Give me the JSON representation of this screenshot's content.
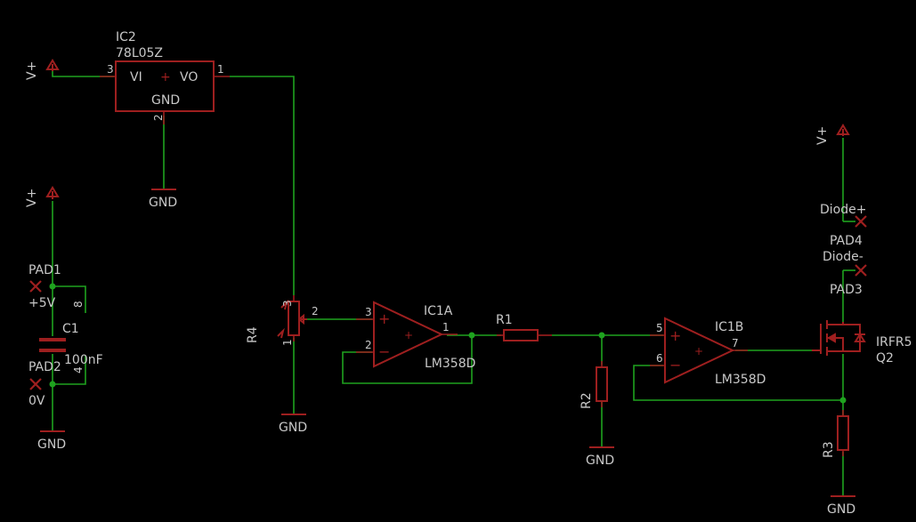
{
  "colors": {
    "background": "#000000",
    "wire": "#1fa31f",
    "component": "#9e1f1f",
    "text": "#c8c8c8"
  },
  "ic2": {
    "name": "IC2",
    "value": "78L05Z",
    "pin_vi": "VI",
    "pin_vo": "VO",
    "pin_gnd": "GND",
    "plus": "+",
    "pin1": "1",
    "pin2": "2",
    "pin3": "3"
  },
  "supplies": {
    "vplus": "V+",
    "gnd": "GND"
  },
  "pad1": {
    "name": "PAD1",
    "value": "+5V"
  },
  "pad2": {
    "name": "PAD2",
    "value": "0V"
  },
  "pad3": {
    "name": "PAD3",
    "value": "Diode-"
  },
  "pad4": {
    "name": "PAD4",
    "value": "Diode+"
  },
  "c1": {
    "name": "C1",
    "value": "100nF",
    "pin8": "8",
    "pin4": "4"
  },
  "r4": {
    "name": "R4",
    "pin1": "1",
    "pin2": "2",
    "pin3": "3"
  },
  "ic1a": {
    "name": "IC1A",
    "value": "LM358D",
    "pin1": "1",
    "pin2": "2",
    "pin3": "3",
    "plus": "+",
    "minus": "−"
  },
  "r1": {
    "name": "R1"
  },
  "r2": {
    "name": "R2"
  },
  "ic1b": {
    "name": "IC1B",
    "value": "LM358D",
    "pin5": "5",
    "pin6": "6",
    "pin7": "7",
    "plus": "+",
    "minus": "−"
  },
  "q2": {
    "name": "Q2",
    "value": "IRFR5"
  },
  "r3": {
    "name": "R3"
  }
}
